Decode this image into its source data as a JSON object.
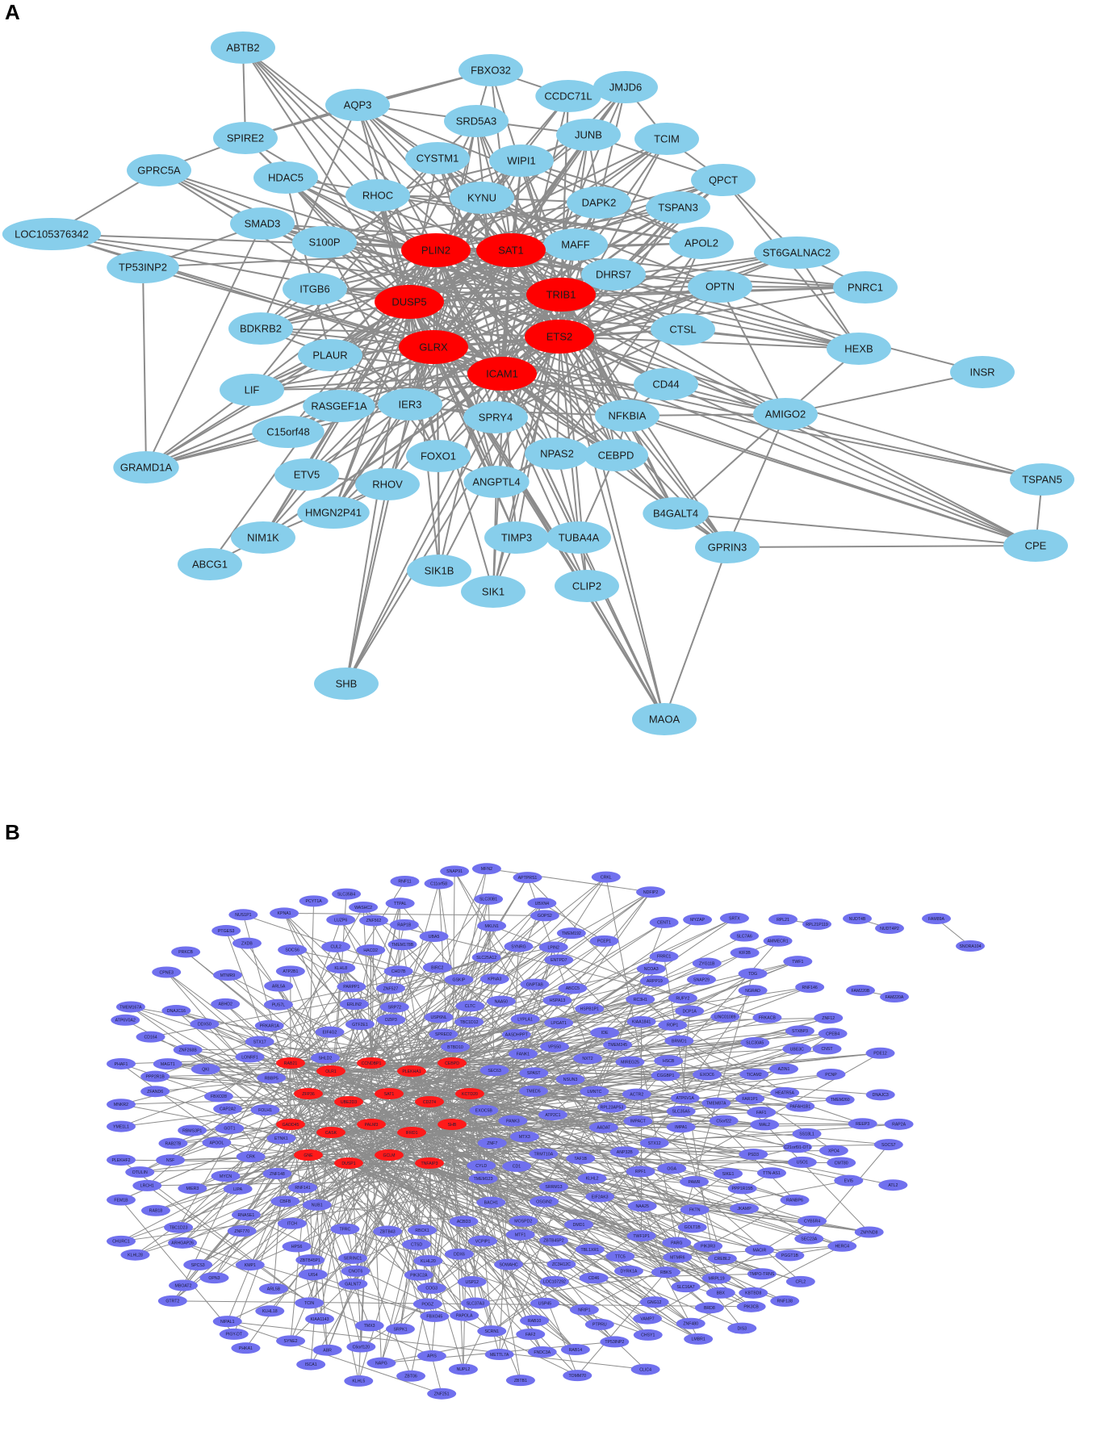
{
  "panels": [
    {
      "letter": "A",
      "colors": {
        "hub": "#ff0000",
        "node": "#87ceeb",
        "edge": "#8c8c8c"
      },
      "hubs": [
        "PLIN2",
        "SAT1",
        "DUSP5",
        "TRIB1",
        "GLRX",
        "ETS2",
        "ICAM1"
      ],
      "nodes": [
        "ABTB2",
        "FBXO32",
        "JMJD6",
        "AQP3",
        "CCDC71L",
        "SRD5A3",
        "SPIRE2",
        "JUNB",
        "TCIM",
        "GPRC5A",
        "CYSTM1",
        "WIPI1",
        "HDAC5",
        "QPCT",
        "RHOC",
        "KYNU",
        "DAPK2",
        "TSPAN3",
        "SMAD3",
        "LOC105376342",
        "S100P",
        "MAFF",
        "APOL2",
        "ST6GALNAC2",
        "TP53INP2",
        "DHRS7",
        "OPTN",
        "PNRC1",
        "ITGB6",
        "BDKRB2",
        "CTSL",
        "PLAUR",
        "HEXB",
        "INSR",
        "LIF",
        "CD44",
        "RASGEF1A",
        "IER3",
        "SPRY4",
        "NFKBIA",
        "AMIGO2",
        "C15orf48",
        "FOXO1",
        "NPAS2",
        "CEBPD",
        "GRAMD1A",
        "ETV5",
        "RHOV",
        "ANGPTL4",
        "TSPAN5",
        "HMGN2P41",
        "B4GALT4",
        "NIM1K",
        "TIMP3",
        "TUBA4A",
        "CPE",
        "GPRIN3",
        "ABCG1",
        "SIK1B",
        "CLIP2",
        "SIK1",
        "SHB",
        "MAOA"
      ]
    },
    {
      "letter": "B",
      "colors": {
        "hub": "#ff1a1a",
        "node": "#7070ee",
        "edge": "#8c8c8c"
      },
      "hubs": [
        "RAB21",
        "OLR1",
        "CCNDBP1",
        "PLEKHA1",
        "CEBPD",
        "ZFP36",
        "UBE2D3",
        "SAT1",
        "CD274",
        "KCTD20",
        "GADD45",
        "CASK",
        "PALM3",
        "IFRD1",
        "SHB",
        "GNE",
        "DUSP1",
        "GCLM",
        "TNFAIP3"
      ],
      "nodes": [
        "TMEM123",
        "AMMECR1",
        "RC3H1",
        "ZXDB",
        "DIS3",
        "ZNF12",
        "CNST",
        "ZNF480",
        "PSD3",
        "CENT1",
        "SRP72",
        "DDX50",
        "RAP1B",
        "C5orf22",
        "KLHL2",
        "SYNRG",
        "HSPA13",
        "MTF1",
        "STX12",
        "SYNE2",
        "RPL23AP53",
        "RUFY2",
        "ZBTB43",
        "CFL2",
        "USP6NL",
        "PARG",
        "EIF2AK3",
        "ABHD2",
        "FAF2",
        "TDG",
        "WASHC2",
        "NUS1P1",
        "TBC1D23",
        "SEC23A",
        "TMEM260",
        "TBL1XR1",
        "COG3",
        "MYZAP",
        "GTF2E1",
        "QKI",
        "SOWAHC",
        "KLHL28",
        "ZBTB1",
        "TICAM2",
        "PANK3",
        "SLC37A3",
        "YME1L1",
        "LPGAT1",
        "ZNF268B",
        "OGA",
        "LRCH1",
        "ATP2B1",
        "BIRC2",
        "EVI5",
        "C11orf58",
        "RAP2A",
        "MTMR9",
        "PPP1R15B",
        "EXOC5B",
        "EXOC6",
        "UIS4",
        "ZNF770",
        "TAF1B",
        "POGZ",
        "CHURC1",
        "KLHL8",
        "ARL5B",
        "ZBT06",
        "DCP1A",
        "SOCS6",
        "NAA25",
        "RAB18",
        "SRPK1",
        "RNF141",
        "MKLN1",
        "APIS",
        "PCNP",
        "NSUN3",
        "STX17",
        "VPS50",
        "GTRT2",
        "ATP6V0A2",
        "SRRM13",
        "NDFIP2",
        "SEC63",
        "FNDC3A",
        "KIF3B",
        "TMED5",
        "PCYT1A",
        "PUS7L",
        "NGRAD",
        "KPNA3",
        "AASDHPPT",
        "RBMS3P1",
        "BACH1",
        "TMEM192",
        "PGGT1B",
        "USP12",
        "CTSD",
        "GNPTAB",
        "TBC1D12",
        "NUPL2",
        "LIPA",
        "BTBD10",
        "AZIN1",
        "TRMT10A",
        "HPS6",
        "ACBD3",
        "MTX3",
        "NAA50",
        "CRK",
        "HSPB1P1",
        "PHAF1",
        "PAPOLA",
        "DYRK1A",
        "LOC107292",
        "ZNF251",
        "ARHGAP26",
        "MAL2",
        "MBOAT2",
        "SLC35A5",
        "MRPL19",
        "CRKL",
        "CHSY1",
        "NUB1",
        "IDE",
        "TOMM70",
        "LYPLA1",
        "TWF1P1",
        "MIREG25",
        "IMPA1",
        "CYB5R4",
        "PIK3CB",
        "UBA5",
        "CD1",
        "MTMR6",
        "RNF146",
        "PLEKHF2",
        "SHLD2",
        "UBXN4",
        "GOPS2",
        "SERINC1",
        "ATP6V1A",
        "EIF4G2",
        "RAB10",
        "AADAT",
        "SLC25A12",
        "SLC35B4",
        "KIAA1143",
        "ABR",
        "TWF1",
        "RNASE1",
        "MYCN",
        "GOT1",
        "FBXO28",
        "APOOL",
        "ZNF148",
        "CLTC",
        "GSKIP",
        "SLC30A5",
        "VAMP7",
        "VCPIP1",
        "ZBTB45P2",
        "PAWR",
        "TMX3",
        "ABCC5",
        "FRRC1",
        "HEATR5A",
        "GALNT7",
        "FEM1B",
        "USP45",
        "FRKACB",
        "APTPRS1",
        "PARPP1",
        "LMNTC",
        "FAR1P1",
        "FAF1",
        "PRKAR1A",
        "SPRED2",
        "ZNF562",
        "ATL2",
        "PDE12",
        "SPCS3",
        "KLHL20",
        "CREBL2",
        "RBKS",
        "BRD8",
        "RANBP6",
        "PHKA1",
        "IMPACT",
        "ATP2C1",
        "NAPG",
        "HERC4",
        "LMBR1",
        "PRKCB",
        "RAB14",
        "GOLT1B",
        "DNAJC3",
        "ZC3H12C",
        "SNAP91",
        "KBTBD8",
        "ISCA1",
        "JKAMP",
        "ITCH",
        "MNKR2",
        "KIAA1841",
        "FBXO45",
        "RBBP5",
        "USO1",
        "CPEB4",
        "MOSPD2",
        "TCIN",
        "NCOA3",
        "TMEM87A",
        "LINC01089",
        "ARL5A",
        "STXBP3",
        "BRWD1",
        "MFN2",
        "OSGIN2",
        "OTULIN",
        "CD164",
        "SPAST",
        "TTPAL",
        "DMD1",
        "CHD7B",
        "CNOT6",
        "ZNF7",
        "ZFAND6",
        "PCEP1",
        "PTGES3",
        "DNAJC16",
        "KLHL18",
        "SS18L1",
        "RAB27B",
        "NIPAL1",
        "ROP1",
        "TMEM178B",
        "LUZP6",
        "DDX6",
        "LONRF1",
        "XPO4",
        "CLIC4",
        "METTL7A",
        "ACTR2",
        "PTPRU",
        "LPIN2",
        "DZIP3",
        "MIER3",
        "BBX",
        "PIGY-DT",
        "ZBTB45P1",
        "ENTPD7",
        "TMEM167A",
        "RNF11",
        "NSF",
        "ERLIN2",
        "TMEM245",
        "OPN3",
        "SLC30B1",
        "SOCS7",
        "SRTX",
        "NXT2",
        "TFRC",
        "MACIR",
        "FOLH1",
        "GNG12",
        "RPF1",
        "SNAP29",
        "CYLD",
        "PAFAH1B1",
        "SIKE1",
        "CD46",
        "UBE3C",
        "ZYG11B",
        "SCRN1",
        "PIK3R3",
        "PIK3C2A",
        "HSCB",
        "KMP1",
        "ETNK1",
        "CMT80",
        "SLC16A7",
        "RNF138",
        "MAGT1",
        "TTC5",
        "ANP32B",
        "ZMYND8",
        "CGGBP1",
        "KLHL5",
        "NRIP1",
        "HACD2",
        "CPNE3",
        "C6orf120",
        "RPL21",
        "RPL21P119",
        "NUDT4B",
        "NUDT4P2",
        "FAM89A",
        "SNORA104",
        "FAM220B",
        "FAM220A",
        "KPNA1",
        "FANK1",
        "CAP2A2",
        "CBFB",
        "RBCK1",
        "PPP2R1B",
        "CUL2",
        "FKTN",
        "ARPP19",
        "ZNF527",
        "REEP3",
        "SLC7A6",
        "TP53INP2",
        "TTN-AS1",
        "C21orf91-OT1",
        "TMPO-TRNS"
      ]
    }
  ]
}
